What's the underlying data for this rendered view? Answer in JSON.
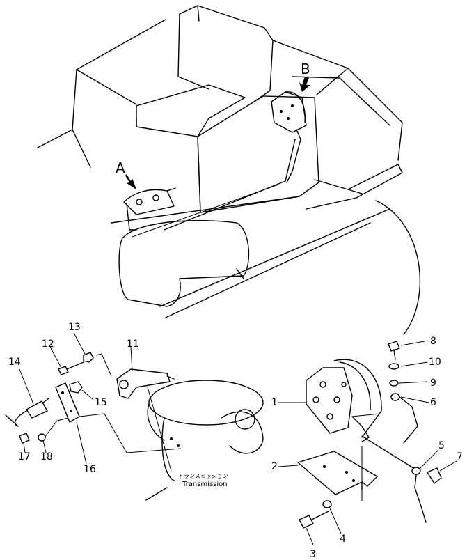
{
  "view_labels": {
    "a": "A",
    "b": "B"
  },
  "part_numbers": {
    "p1": "1",
    "p2": "2",
    "p3": "3",
    "p4": "4",
    "p5": "5",
    "p6": "6",
    "p7": "7",
    "p8": "8",
    "p9": "9",
    "p10": "10",
    "p11": "11",
    "p12": "12",
    "p13": "13",
    "p14": "14",
    "p15": "15",
    "p16": "16",
    "p17": "17",
    "p18": "18"
  },
  "callout": {
    "jp": "トランスミッション",
    "en": "Transmission"
  }
}
